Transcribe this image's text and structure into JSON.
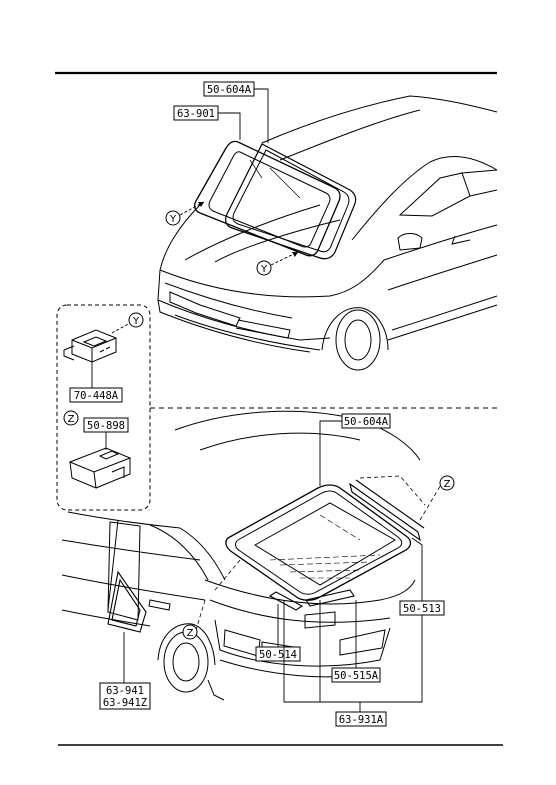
{
  "parts": {
    "windshield_molding": "50-604A",
    "windshield_glass": "63-901",
    "fastener_clip": "70-448A",
    "spacer_clip": "50-898",
    "rear_molding": "50-604A",
    "rear_molding_side": "50-513",
    "rear_molding_lower": "50-514",
    "rear_molding_lower_a": "50-515A",
    "rear_glass": "63-931A",
    "quarter_glass_left": "63-941",
    "quarter_glass_right": "63-941Z"
  },
  "markers": {
    "y": "Y",
    "z": "Z"
  }
}
